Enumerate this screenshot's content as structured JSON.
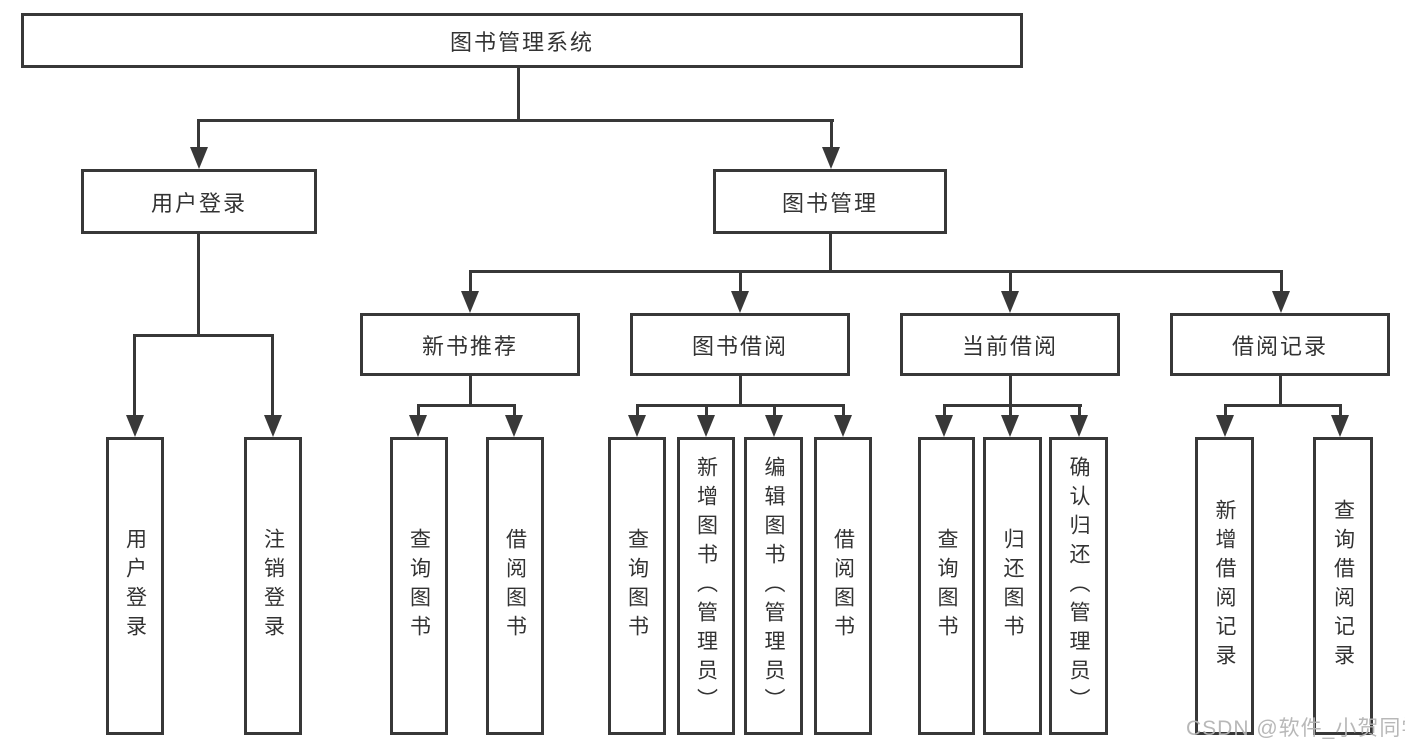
{
  "diagram": {
    "colors": {
      "line": "#383838",
      "text": "#333333",
      "watermark": "#b5b5b5",
      "background": "#ffffff"
    },
    "watermark": {
      "text": "CSDN @软件_小贺同学"
    },
    "tree": {
      "label": "图书管理系统",
      "children": [
        {
          "label": "用户登录",
          "children": [
            {
              "label": "用户登录"
            },
            {
              "label": "注销登录"
            }
          ]
        },
        {
          "label": "图书管理",
          "children": [
            {
              "label": "新书推荐",
              "children": [
                {
                  "label": "查询图书"
                },
                {
                  "label": "借阅图书"
                }
              ]
            },
            {
              "label": "图书借阅",
              "children": [
                {
                  "label": "查询图书"
                },
                {
                  "label": "新增图书（管理员）"
                },
                {
                  "label": "编辑图书（管理员）"
                },
                {
                  "label": "借阅图书"
                }
              ]
            },
            {
              "label": "当前借阅",
              "children": [
                {
                  "label": "查询图书"
                },
                {
                  "label": "归还图书"
                },
                {
                  "label": "确认归还（管理员）"
                }
              ]
            },
            {
              "label": "借阅记录",
              "children": [
                {
                  "label": "新增借阅记录"
                },
                {
                  "label": "查询借阅记录"
                }
              ]
            }
          ]
        }
      ]
    }
  }
}
